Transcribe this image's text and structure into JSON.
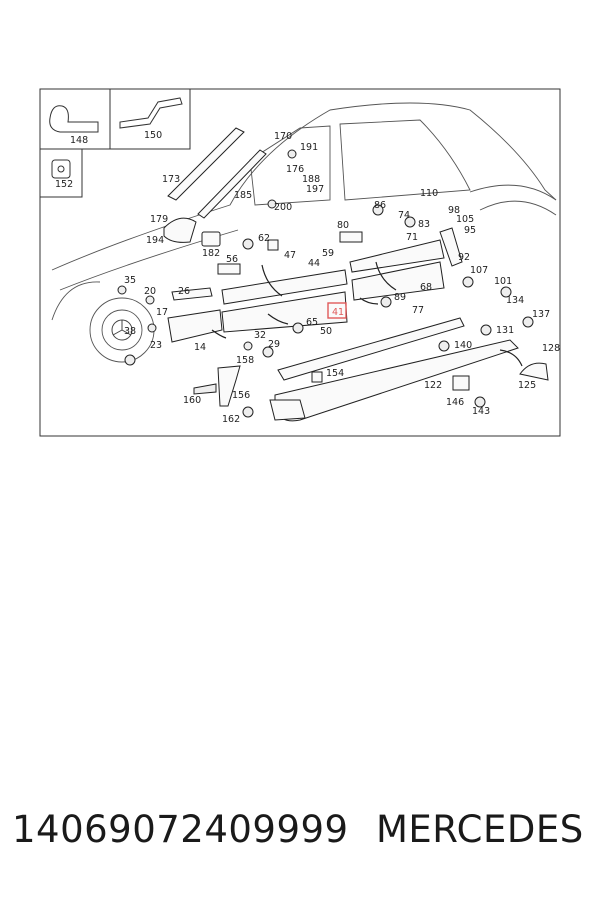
{
  "diagram": {
    "callouts": [
      "148",
      "150",
      "152",
      "170",
      "191",
      "176",
      "188",
      "197",
      "185",
      "200",
      "173",
      "179",
      "194",
      "182",
      "62",
      "47",
      "56",
      "59",
      "44",
      "80",
      "86",
      "74",
      "83",
      "98",
      "105",
      "95",
      "110",
      "92",
      "107",
      "101",
      "134",
      "137",
      "131",
      "128",
      "125",
      "68",
      "71",
      "89",
      "77",
      "140",
      "122",
      "146",
      "143",
      "154",
      "35",
      "20",
      "26",
      "17",
      "38",
      "23",
      "14",
      "32",
      "29",
      "65",
      "50",
      "158",
      "160",
      "156",
      "162"
    ],
    "highlighted_callout": "41",
    "highlight_color": "#e05a5a"
  },
  "footer": {
    "part_number": "14069072409999",
    "brand": "MERCEDES"
  }
}
